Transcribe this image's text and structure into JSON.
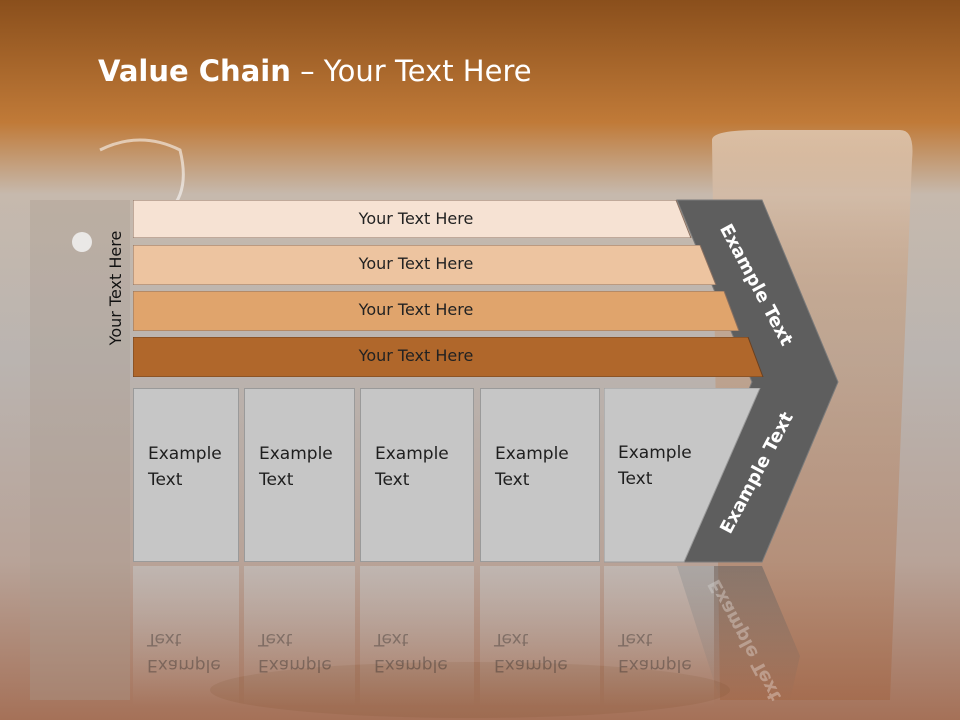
{
  "slide": {
    "title_bold": "Value Chain",
    "title_rest": " – Your Text Here",
    "side_label": "Your Text Here"
  },
  "bars": [
    {
      "label": "Your Text Here",
      "color": "#f6e2d3"
    },
    {
      "label": "Your Text Here",
      "color": "#edc4a0"
    },
    {
      "label": "Your Text Here",
      "color": "#e0a46c"
    },
    {
      "label": "Your Text Here",
      "color": "#b0672b"
    }
  ],
  "boxes": [
    {
      "label": "Example\nText"
    },
    {
      "label": "Example\nText"
    },
    {
      "label": "Example\nText"
    },
    {
      "label": "Example\nText"
    },
    {
      "label": "Example\nText"
    }
  ],
  "chevron": {
    "upper_label": "Example Text",
    "lower_label": "Example Text",
    "color": "#5e5e5e"
  }
}
